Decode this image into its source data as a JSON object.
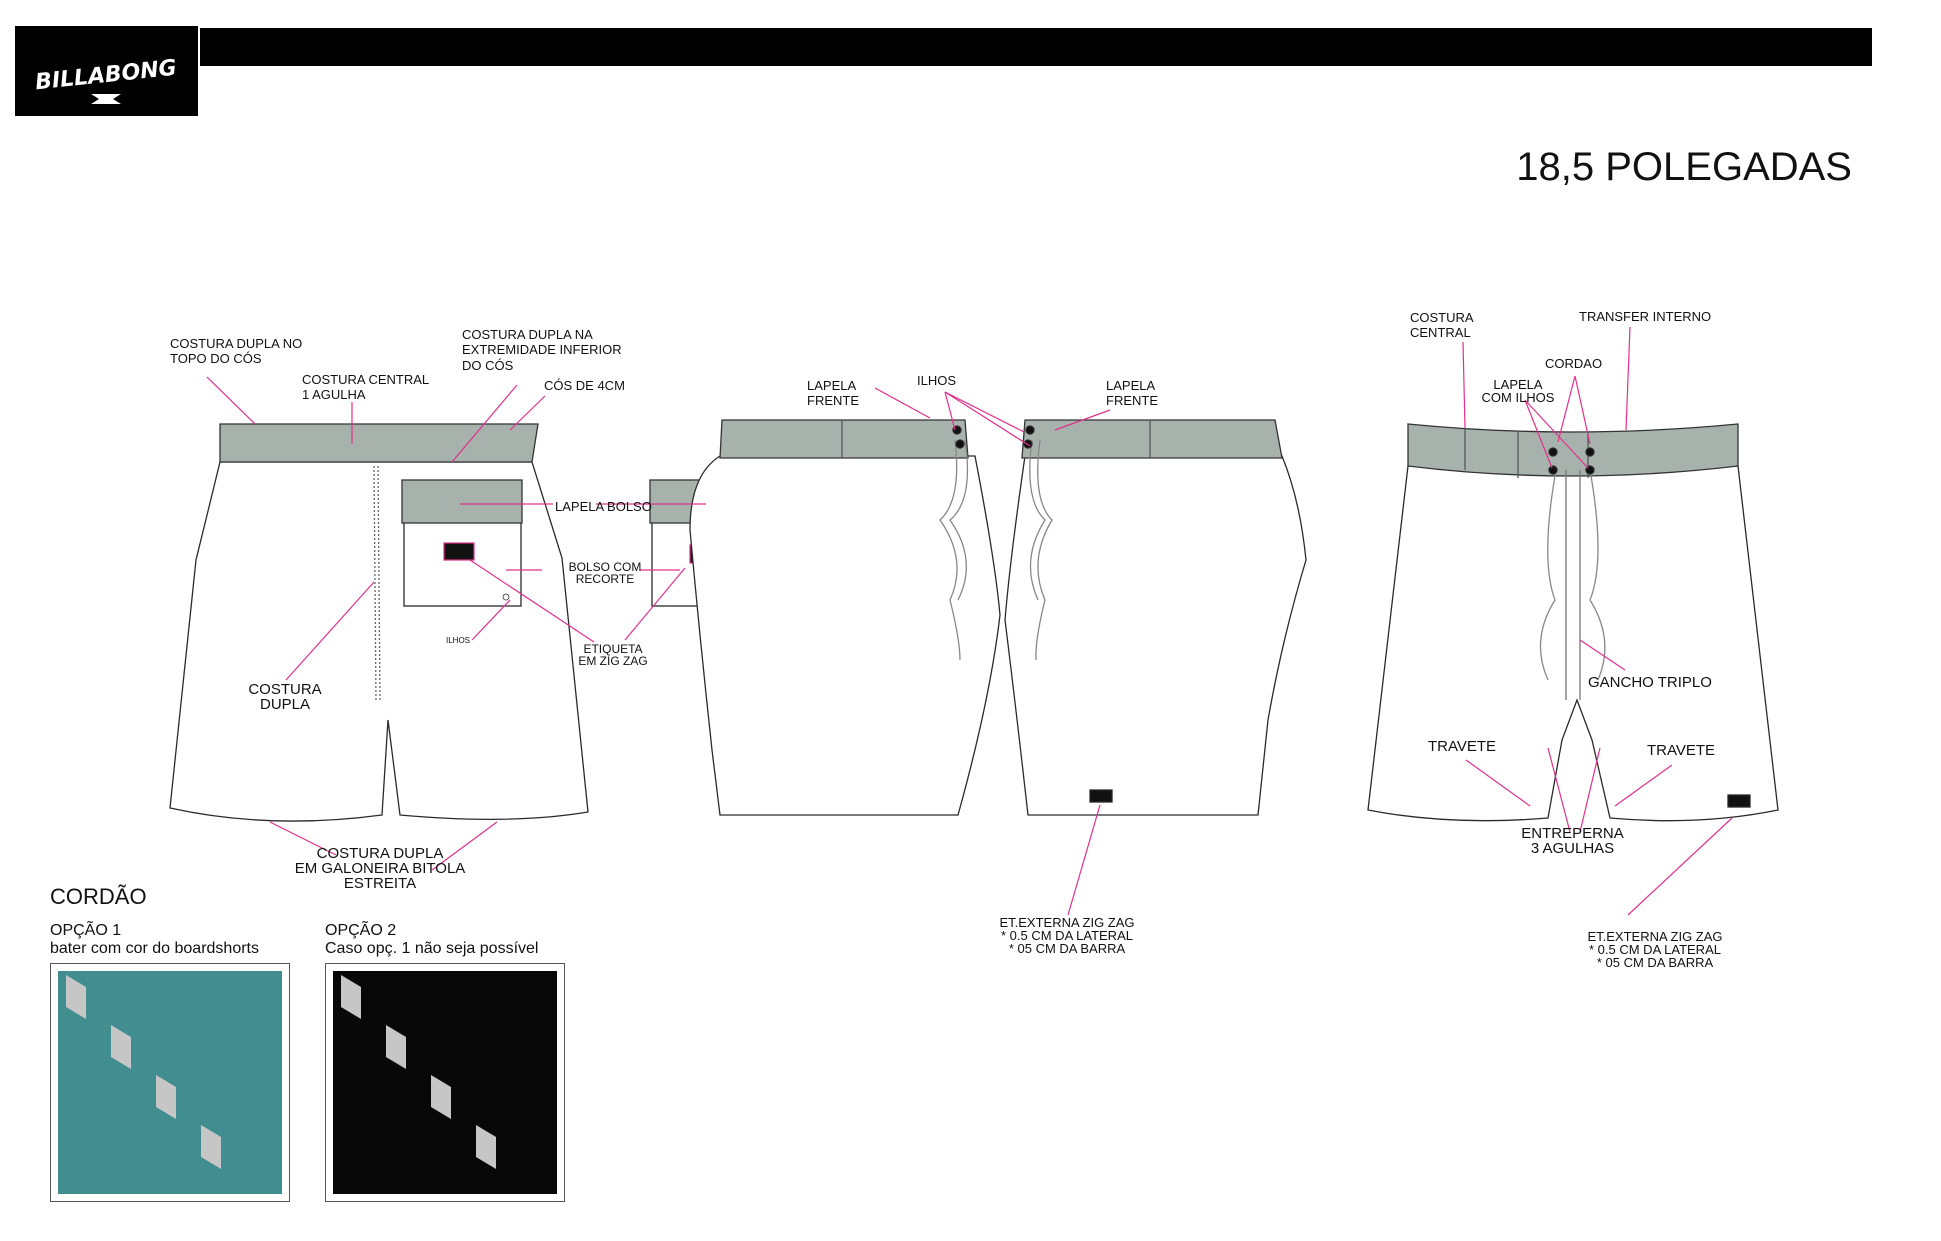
{
  "brand": {
    "logo_text": "BILLABONG"
  },
  "page": {
    "title": "18,5 POLEGADAS"
  },
  "colors": {
    "waistband": "#a7b2ad",
    "pocket_flap": "#a7b2ad",
    "callout_line": "#e2308c",
    "swatch_teal": "#428d8f",
    "swatch_black": "#080808",
    "swatch_tile": "#c6c6c6"
  },
  "labels": {
    "costura_dupla_topo": "COSTURA DUPLA NO\nTOPO DO CÓS",
    "costura_central_1_agulha": "COSTURA CENTRAL\n1 AGULHA",
    "costura_dupla_extremidade": "COSTURA DUPLA NA\nEXTREMIDADE INFERIOR\nDO CÓS",
    "cos_4cm": "CÓS DE 4CM",
    "lapela_bolso": "LAPELA BOLSO",
    "bolso_recorte": "BOLSO COM\nRECORTE",
    "ilhos_small": "ILHOS",
    "etiqueta_zig_zag": "ETIQUETA\nEM ZIG ZAG",
    "costura_dupla": "COSTURA\nDUPLA",
    "costura_dupla_galoneira": "COSTURA DUPLA\nEM GALONEIRA BITOLA\nESTREITA",
    "lapela_frente_left": "LAPELA\nFRENTE",
    "ilhos_center": "ILHOS",
    "lapela_frente_right": "LAPELA\nFRENTE",
    "et_externa_center": "ET.EXTERNA ZIG ZAG\n* 0.5 CM DA LATERAL\n* 05 CM DA BARRA",
    "costura_central": "COSTURA\nCENTRAL",
    "transfer_interno": "TRANSFER INTERNO",
    "cordao_label": "CORDAO",
    "lapela_com_ilhos": "LAPELA\nCOM ILHOS",
    "gancho_triplo": "GANCHO TRIPLO",
    "travete_left": "TRAVETE",
    "travete_right": "TRAVETE",
    "entreperna": "ENTREPERNA\n3 AGULHAS",
    "et_externa_right": "ET.EXTERNA ZIG ZAG\n* 0.5 CM DA LATERAL\n* 05 CM DA BARRA"
  },
  "cordao": {
    "title": "CORDÃO",
    "options": [
      {
        "title": "OPÇÃO 1",
        "subtitle": "bater com cor do boardshorts",
        "color_name": "teal"
      },
      {
        "title": "OPÇÃO 2",
        "subtitle": "Caso opç. 1 não seja possível",
        "color_name": "black"
      }
    ]
  }
}
